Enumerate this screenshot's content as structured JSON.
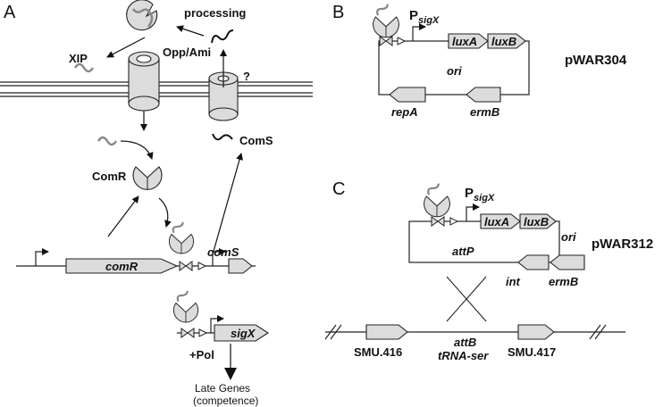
{
  "panels": {
    "a": "A",
    "b": "B",
    "c": "C"
  },
  "panelA": {
    "processing": "processing",
    "xip": "XIP",
    "opp_ami": "Opp/Ami",
    "question": "?",
    "comS_peptide": "ComS",
    "comR_protein": "ComR",
    "comR_gene": "comR",
    "comS_gene": "comS",
    "sigX_gene": "sigX",
    "pol": "+Pol",
    "late_genes": "Late Genes",
    "competence": "(competence)"
  },
  "panelB": {
    "promoter": "P",
    "promoter_sub": "sigX",
    "luxA": "luxA",
    "luxB": "luxB",
    "ori": "ori",
    "repA": "repA",
    "ermB": "ermB",
    "plasmid": "pWAR304"
  },
  "panelC": {
    "promoter": "P",
    "promoter_sub": "sigX",
    "luxA": "luxA",
    "luxB": "luxB",
    "ori": "ori",
    "attP": "attP",
    "int": "int",
    "ermB": "ermB",
    "plasmid": "pWAR312",
    "smu416": "SMU.416",
    "attB": "attB",
    "trna": "tRNA-ser",
    "smu417": "SMU.417"
  },
  "colors": {
    "gene_fill": "#dcdcdc",
    "peptide": "#888888",
    "stroke": "#222222"
  }
}
